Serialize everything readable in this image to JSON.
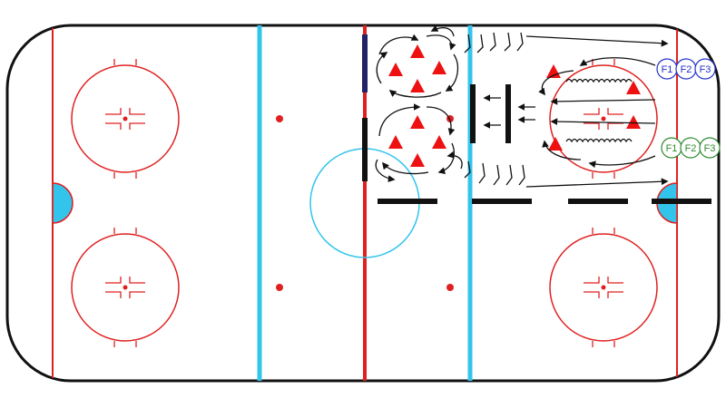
{
  "colors": {
    "goal_line": "#e02020",
    "blue_line": "#33c4ec",
    "crease": "#33c4ec",
    "board": "#111111",
    "cone": "#ee1111",
    "group_blue": "#2233cc",
    "group_green": "#2f8a2f",
    "barrier": "#111111"
  },
  "groups": [
    {
      "color": "blue",
      "players": [
        "F1",
        "F2",
        "F3"
      ]
    },
    {
      "color": "green",
      "players": [
        "F1",
        "F2",
        "F3"
      ]
    }
  ],
  "icons": [
    "cone-icon",
    "skate-path-arrow-icon",
    "pass-arrow-icon",
    "stickhandle-squiggle-icon",
    "faceoff-dot-icon"
  ]
}
